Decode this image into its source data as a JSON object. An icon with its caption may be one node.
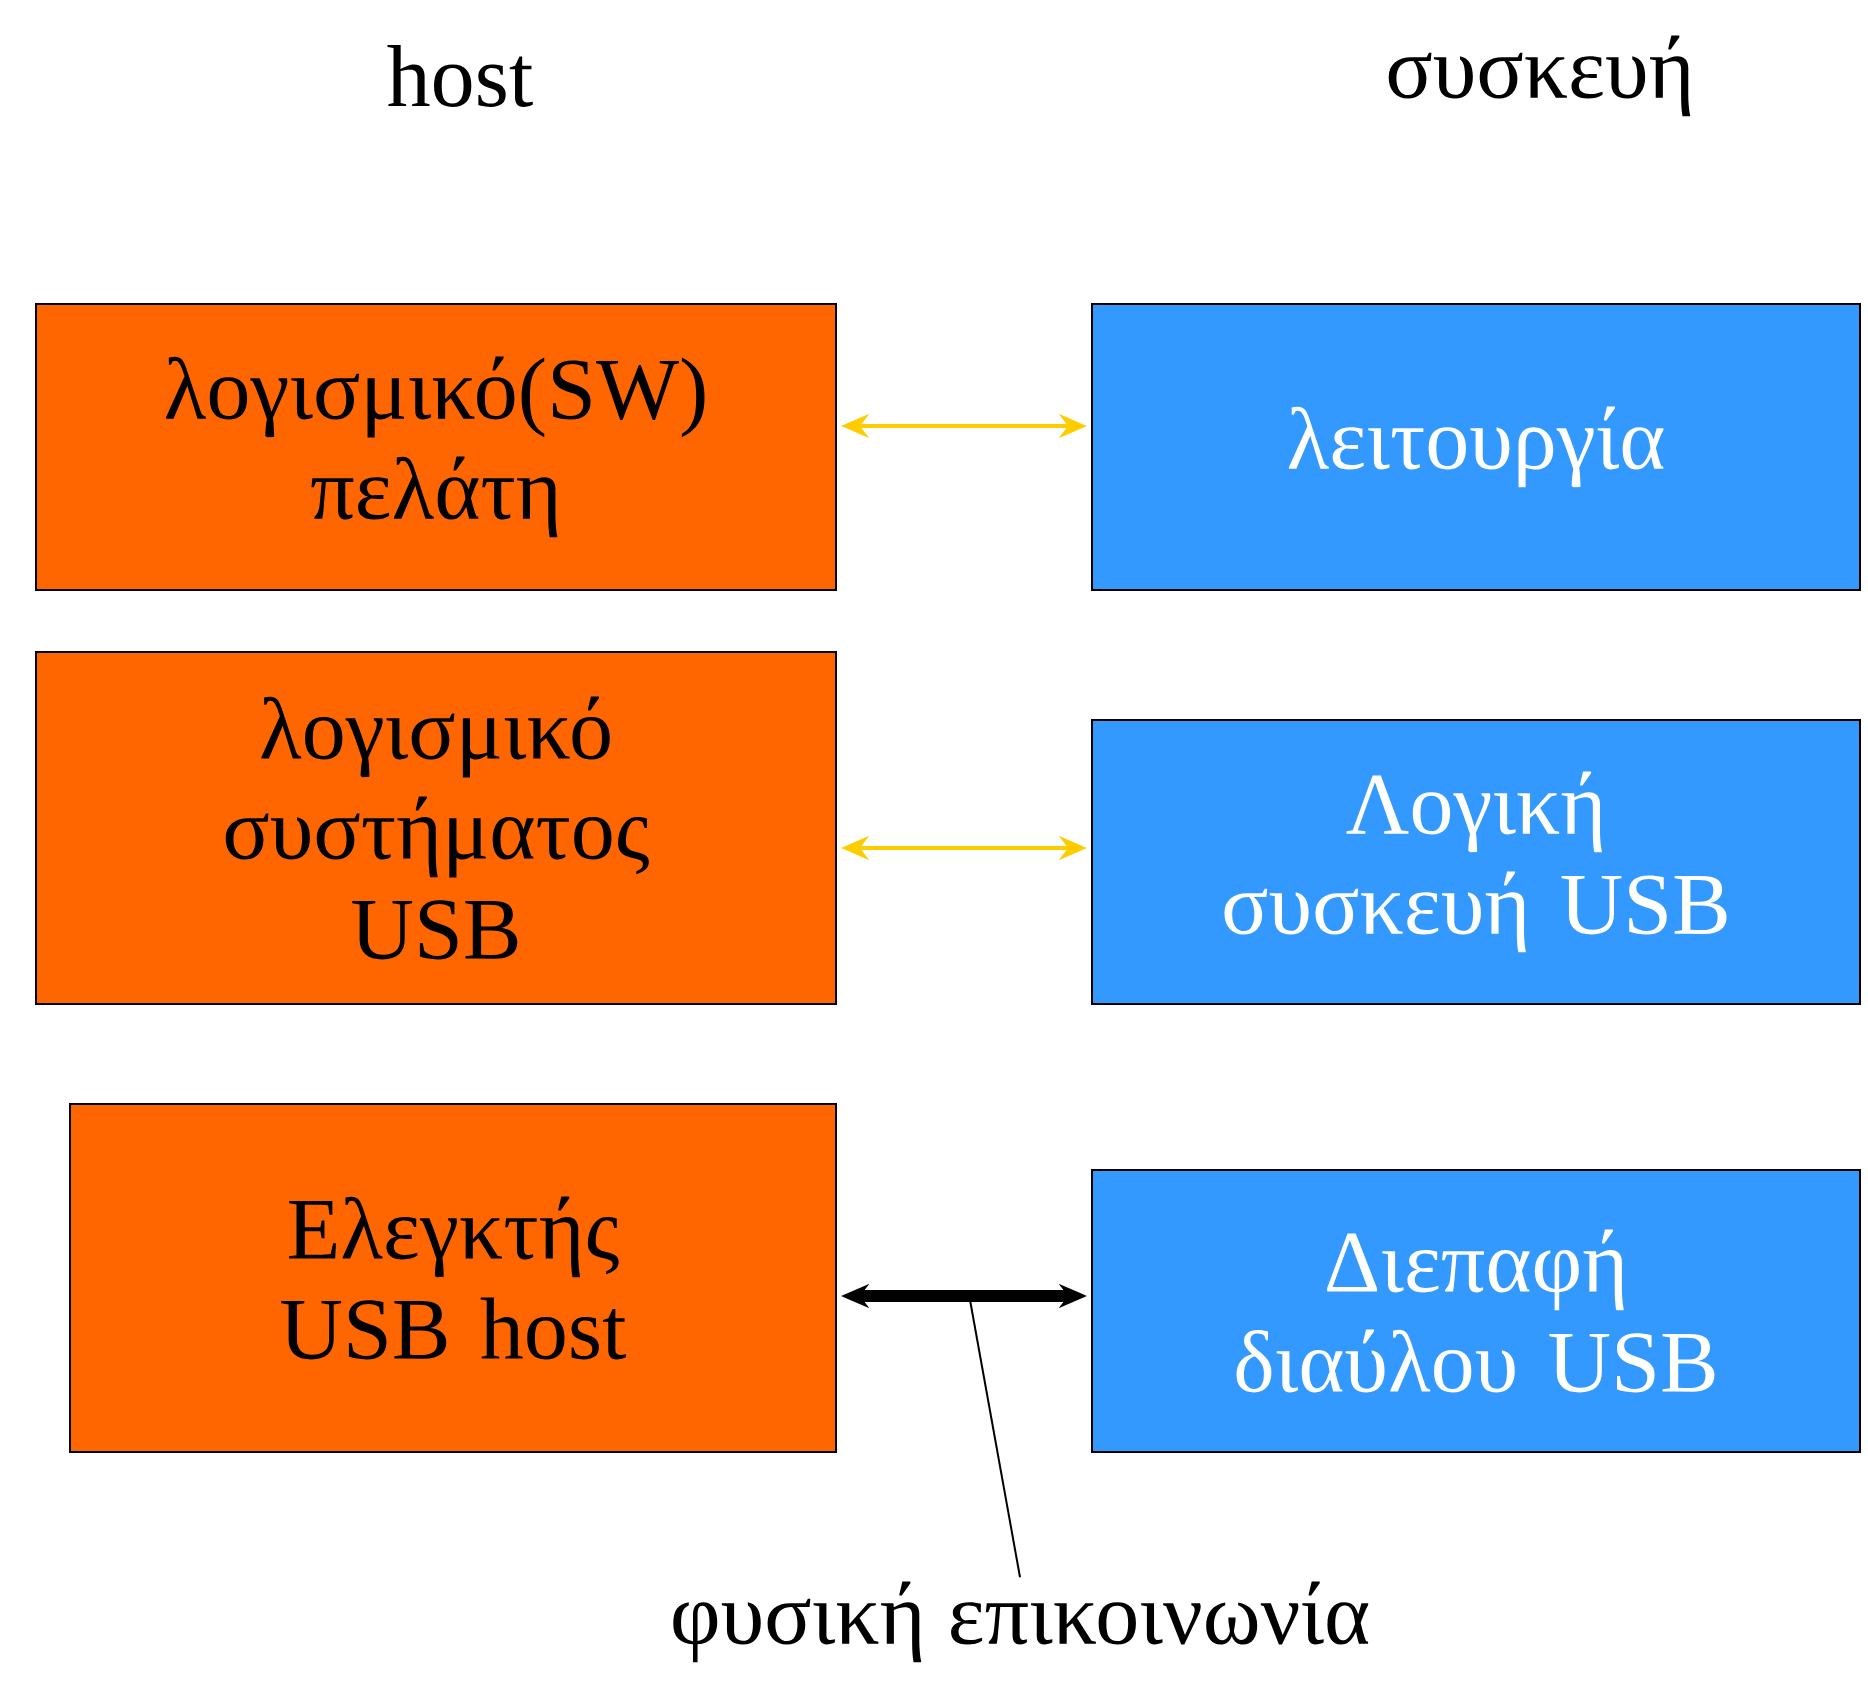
{
  "diagram": {
    "nodes": [
      {
        "text": [
          "λογισμικό(SW) πελάτη"
        ]
      },
      {
        "text": [
          "λειτουργία"
        ]
      },
      {
        "text": [
          "λογισμικό συστήματος USB"
        ]
      },
      {
        "text": [
          "Λογική συσκευή USB"
        ]
      },
      {
        "text": [
          "Ελεγκτής USB host"
        ]
      },
      {
        "text": [
          "Διεπαφή διαύλου USB"
        ]
      },
      {
        "text": [
          "φυσική επικοινωνία"
        ]
      }
    ],
    "edges": [
      {
        "from": 0,
        "to": 1,
        "arrow": "both",
        "color": "#ffcc00"
      },
      {
        "from": 2,
        "to": 3,
        "arrow": "both",
        "color": "#ffcc00"
      },
      {
        "from": 4,
        "to": 5,
        "arrow": "both",
        "style": "thick",
        "color": "#000000"
      },
      {
        "from": 6,
        "to": null,
        "arrow": "none",
        "color": "#000000"
      }
    ],
    "labels": [
      "host",
      "συσκευή"
    ]
  }
}
